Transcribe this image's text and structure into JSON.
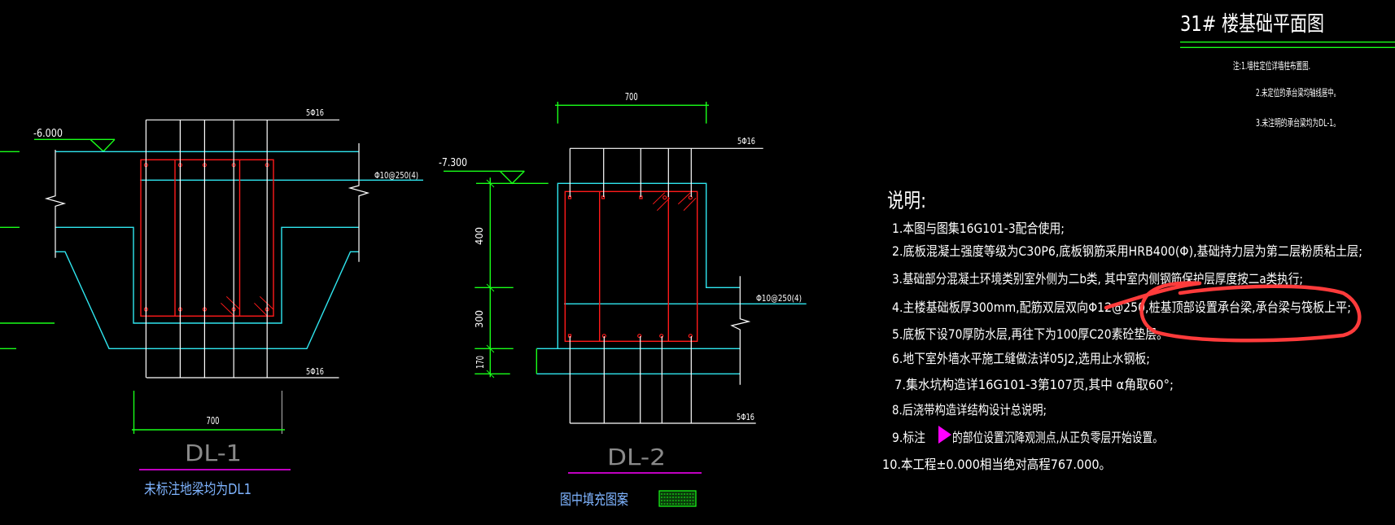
{
  "colors": {
    "background": "#000000",
    "concrete_outline": "#2fe6ef",
    "rebar": "#ff1a1a",
    "dimension": "#19ff19",
    "title_underline": "#ff00ff",
    "caption": "#7fb4ff",
    "markup_circle": "#ff3b3b",
    "settlement_marker": "#ff00ff"
  },
  "title": {
    "main": "31# 楼基础平面图",
    "notes": [
      "注:1.墙柱定位详墙柱布置图.",
      "2.未定位的承台梁均轴线居中。",
      "3.未注明的承台梁均为DL-1。"
    ]
  },
  "dl1": {
    "elevation": "-6.000",
    "top_bars": "5Φ16",
    "bottom_bars": "5Φ16",
    "stirrups": "Φ10@250(4)",
    "width_dim": "700",
    "name": "DL-1",
    "caption": "未标注地梁均为DL1"
  },
  "dl2": {
    "elevation": "-7.300",
    "top_bars": "5Φ16",
    "bottom_bars": "5Φ16",
    "stirrups": "Φ10@250(4)",
    "width_dim": "700",
    "dims": [
      "400",
      "300",
      "170"
    ],
    "name": "DL-2",
    "caption": "图中填充图案"
  },
  "notes": {
    "heading": "说明:",
    "items": [
      "1.本图与图集16G101-3配合使用;",
      "2.底板混凝土强度等级为C30P6,底板钢筋采用HRB400(Φ),基础持力层为第二层粉质粘土层;",
      "3.基础部分混凝土环境类别室外侧为二b类, 其中室内侧钢筋保护层厚度按二a类执行;",
      "4.主楼基础板厚300mm,配筋双层双向Φ12@250,桩基顶部设置承台梁,承台梁与筏板上平;",
      "5.底板下设70厚防水层,再往下为100厚C20素砼垫层。",
      "6.地下室外墙水平施工缝做法详05J2,选用止水钢板;",
      "7.集水坑构造详16G101-3第107页,其中 α角取60°;",
      "8.后浇带构造详结构设计总说明;",
      "9.标注",
      "的部位设置沉降观测点,从正负零层开始设置。",
      "10.本工程±0.000相当绝对高程767.000。"
    ]
  }
}
